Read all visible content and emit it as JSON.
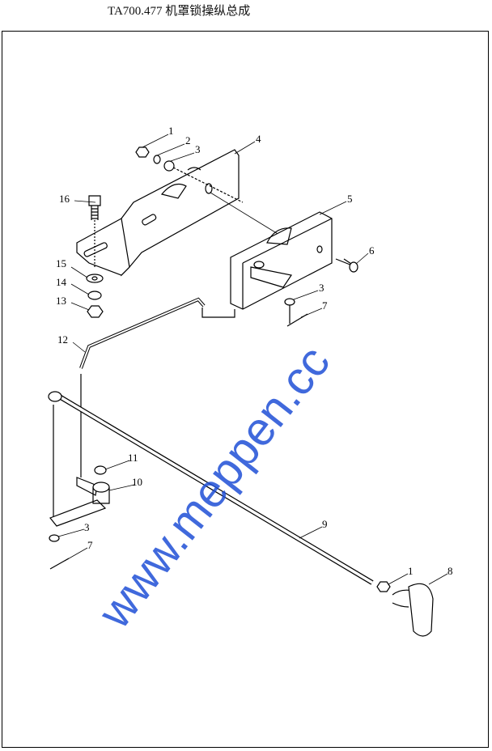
{
  "title": "TA700.477  机罩锁操纵总成",
  "watermark": "www.meppen.cc",
  "callouts": [
    "1",
    "2",
    "3",
    "4",
    "16",
    "5",
    "6",
    "15",
    "14",
    "13",
    "3",
    "7",
    "12",
    "11",
    "10",
    "9",
    "3",
    "7",
    "1",
    "8"
  ]
}
